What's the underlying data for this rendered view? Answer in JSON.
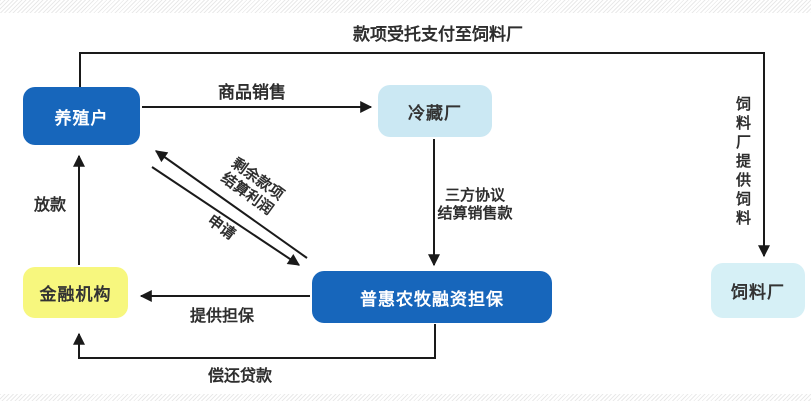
{
  "diagram": {
    "nodes": {
      "farmer": {
        "label": "养殖户",
        "bg": "#1766bb",
        "text_color": "#ffffff"
      },
      "cold_storage": {
        "label": "冷藏厂",
        "bg": "#cbe8f3",
        "text_color": "#333333"
      },
      "financial_institution": {
        "label": "金融机构",
        "bg": "#f7f77e",
        "text_color": "#333333"
      },
      "guarantee_company": {
        "label": "普惠农牧融资担保",
        "bg": "#1766bb",
        "text_color": "#ffffff"
      },
      "feed_factory": {
        "label": "饲料厂",
        "bg": "#d6f0f6",
        "text_color": "#333333"
      }
    },
    "edge_labels": {
      "entrusted_payment": "款项受托支付至饲料厂",
      "product_sales": "商品销售",
      "loan_disbursement": "放款",
      "remaining_settlement_line1": "剩余款项",
      "remaining_settlement_line2": "结算利润",
      "application": "申请",
      "tripartite_line1": "三方协议",
      "tripartite_line2": "结算销售款",
      "provide_guarantee": "提供担保",
      "repay_loan": "偿还贷款",
      "feed_supply": "饲料厂提供饲料"
    },
    "line_color": "#1a1a1a"
  }
}
